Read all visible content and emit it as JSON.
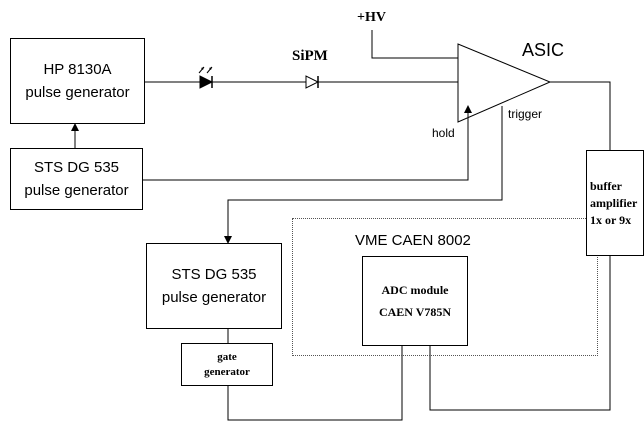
{
  "labels": {
    "hv": "+HV",
    "asic": "ASIC",
    "sipm": "SiPM",
    "trigger": "trigger",
    "hold": "hold",
    "vme": "VME CAEN 8002"
  },
  "boxes": {
    "hp_generator": [
      "HP 8130A",
      "pulse generator"
    ],
    "sts_generator_top": [
      "STS DG 535",
      "pulse generator"
    ],
    "sts_generator_bottom": [
      "STS DG 535",
      "pulse generator"
    ],
    "gate_generator": [
      "gate",
      "generator"
    ],
    "adc_module": [
      "ADC module",
      "CAEN V785N"
    ],
    "buffer_amplifier": [
      "buffer",
      "amplifier",
      "1x or 9x"
    ]
  }
}
